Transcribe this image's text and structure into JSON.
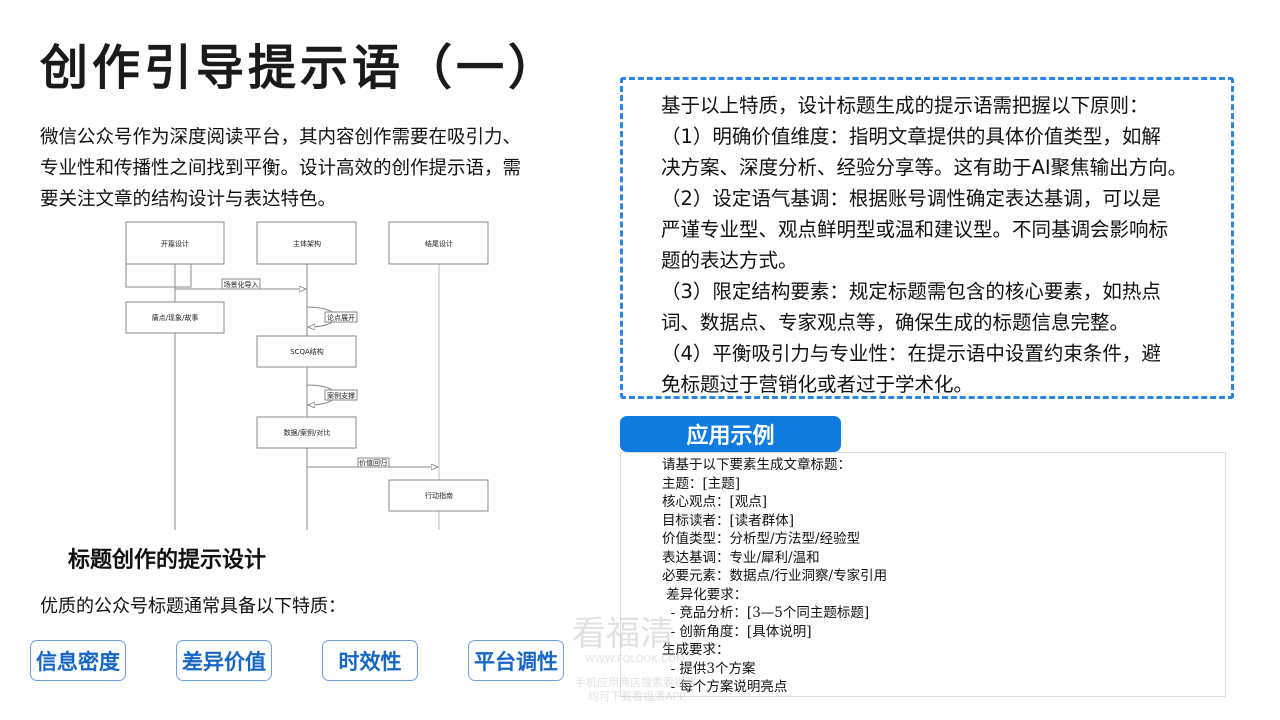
{
  "title": "创作引导提示语（一）",
  "intro": [
    "微信公众号作为深度阅读平台，其内容创作需要在吸引力、",
    "专业性和传播性之间找到平衡。设计高效的创作提示语，需",
    "要关注文章的结构设计与表达特色。"
  ],
  "diagram": {
    "lanes": [
      "开篇设计",
      "主体架构",
      "结尾设计"
    ],
    "boxes": [
      "痛点/现象/故事",
      "SCQA结构",
      "数据/案例/对比",
      "行动指南"
    ],
    "messages": [
      "场景化导入",
      "论点展开",
      "案例支撑",
      "价值回归"
    ]
  },
  "subtitle": "标题创作的提示设计",
  "features_intro": "优质的公众号标题通常具备以下特质：",
  "tags": [
    "信息密度",
    "差异价值",
    "时效性",
    "平台调性"
  ],
  "principles": [
    "基于以上特质，设计标题生成的提示语需把握以下原则：",
    "（1）明确价值维度：指明文章提供的具体价值类型，如解",
    "决方案、深度分析、经验分享等。这有助于AI聚焦输出方向。",
    "（2）设定语气基调：根据账号调性确定表达基调，可以是",
    "严谨专业型、观点鲜明型或温和建议型。不同基调会影响标",
    "题的表达方式。",
    "（3）限定结构要素：规定标题需包含的核心要素，如热点",
    "词、数据点、专家观点等，确保生成的标题信息完整。",
    "（4）平衡吸引力与专业性：在提示语中设置约束条件，避",
    "免标题过于营销化或者过于学术化。"
  ],
  "example_label": "应用示例",
  "example_lines": [
    "请基于以下要素生成文章标题：",
    "主题：[主题]",
    "核心观点：[观点]",
    "目标读者：[读者群体]",
    "价值类型：分析型/方法型/经验型",
    "表达基调：专业/犀利/温和",
    "必要元素：数据点/行业洞察/专家引用",
    " 差异化要求：",
    "  - 竞品分析：[3—5个同主题标题]",
    "  - 创新角度：[具体说明]",
    "生成要求：",
    "  - 提供3个方案",
    "  - 每个方案说明亮点"
  ],
  "watermark": {
    "logo": "看福清",
    "url": "WWW.FQLOOK.COM",
    "line1": "手机应用商店搜索看福清",
    "line2": "均可下载看福清APP"
  },
  "colors": {
    "accent": "#0f7ae0",
    "dashed_border": "#2a86e8",
    "tag_text": "#1667c4"
  }
}
